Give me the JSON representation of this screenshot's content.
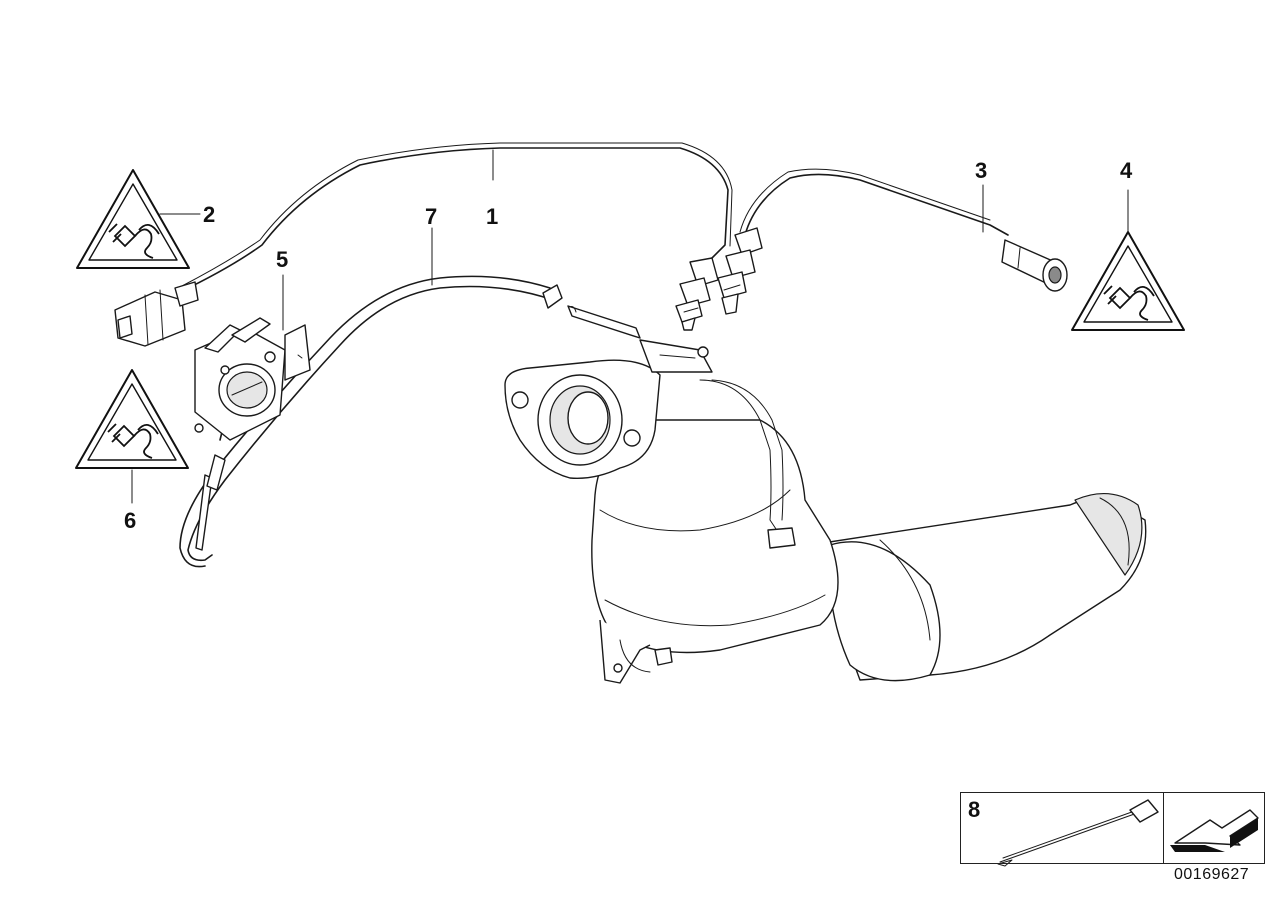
{
  "callouts": {
    "c1": "1",
    "c2": "2",
    "c3": "3",
    "c4": "4",
    "c5": "5",
    "c6": "6",
    "c7": "7",
    "c8": "8"
  },
  "image_id": "00169627",
  "icons": {
    "warning": "electrical-plug-warning-triangle-icon",
    "arrow": "installation-arrow-icon"
  },
  "colors": {
    "line": "#1a1a1a",
    "background": "#ffffff"
  }
}
